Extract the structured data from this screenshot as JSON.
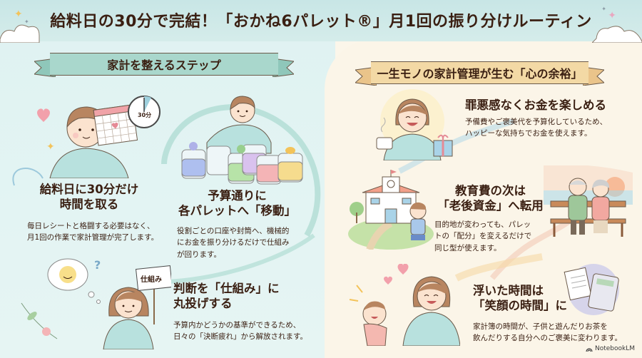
{
  "header": {
    "title": "給料日の30分で完結！「おかね6パレット®」月1回の振り分けルーティン"
  },
  "left_section": {
    "ribbon_label": "家計を整えるステップ",
    "ribbon_color": "#a9d7cc",
    "steps": [
      {
        "heading_lines": [
          "給料日に30分だけ",
          "時間を取る"
        ],
        "body_lines": [
          "毎日レシートと格闘する必要はなく、",
          "月1回の作業で家計管理が完了します。"
        ],
        "illustration": "person-with-calendar-and-clock",
        "clock_label": "30分"
      },
      {
        "heading_lines": [
          "予算通りに",
          "各パレットへ「移動」"
        ],
        "body_lines": [
          "役割ごとの口座や封筒へ、機械的",
          "にお金を振り分けるだけで仕組み",
          "が回ります。"
        ],
        "illustration": "person-putting-coins-in-jars"
      },
      {
        "heading_lines": [
          "判断を「仕組み」に",
          "丸投げする"
        ],
        "body_lines": [
          "予算内かどうかの基準ができるため、",
          "日々の「決断疲れ」から解放されます。"
        ],
        "illustration": "woman-holding-sign",
        "sign_label": "仕組み"
      }
    ]
  },
  "right_section": {
    "ribbon_label": "一生モノの家計管理が生む「心の余裕」",
    "ribbon_color": "#f3d9a5",
    "benefits": [
      {
        "heading_lines": [
          "罪悪感なくお金を楽しめる"
        ],
        "body_lines": [
          "予備費やご褒美代を予算化しているため、",
          "ハッピーな気持ちでお金を使えます。"
        ],
        "illustration": "woman-with-coffee-and-gift"
      },
      {
        "heading_lines": [
          "教育費の次は",
          "「老後資金」へ転用"
        ],
        "body_lines": [
          "目的地が変わっても、パレッ",
          "トの「配分」を変えるだけで",
          "同じ型が使えます。"
        ],
        "illustration": "school-and-elderly-couple"
      },
      {
        "heading_lines": [
          "浮いた時間は",
          "「笑顔の時間」に"
        ],
        "body_lines": [
          "家計簿の時間が、子供と遊んだりお茶を",
          "飲んだりする自分へのご褒美に変わります。"
        ],
        "illustration": "mother-playing-with-child-and-calculator"
      }
    ]
  },
  "footer": {
    "brand": "NotebookLM"
  }
}
